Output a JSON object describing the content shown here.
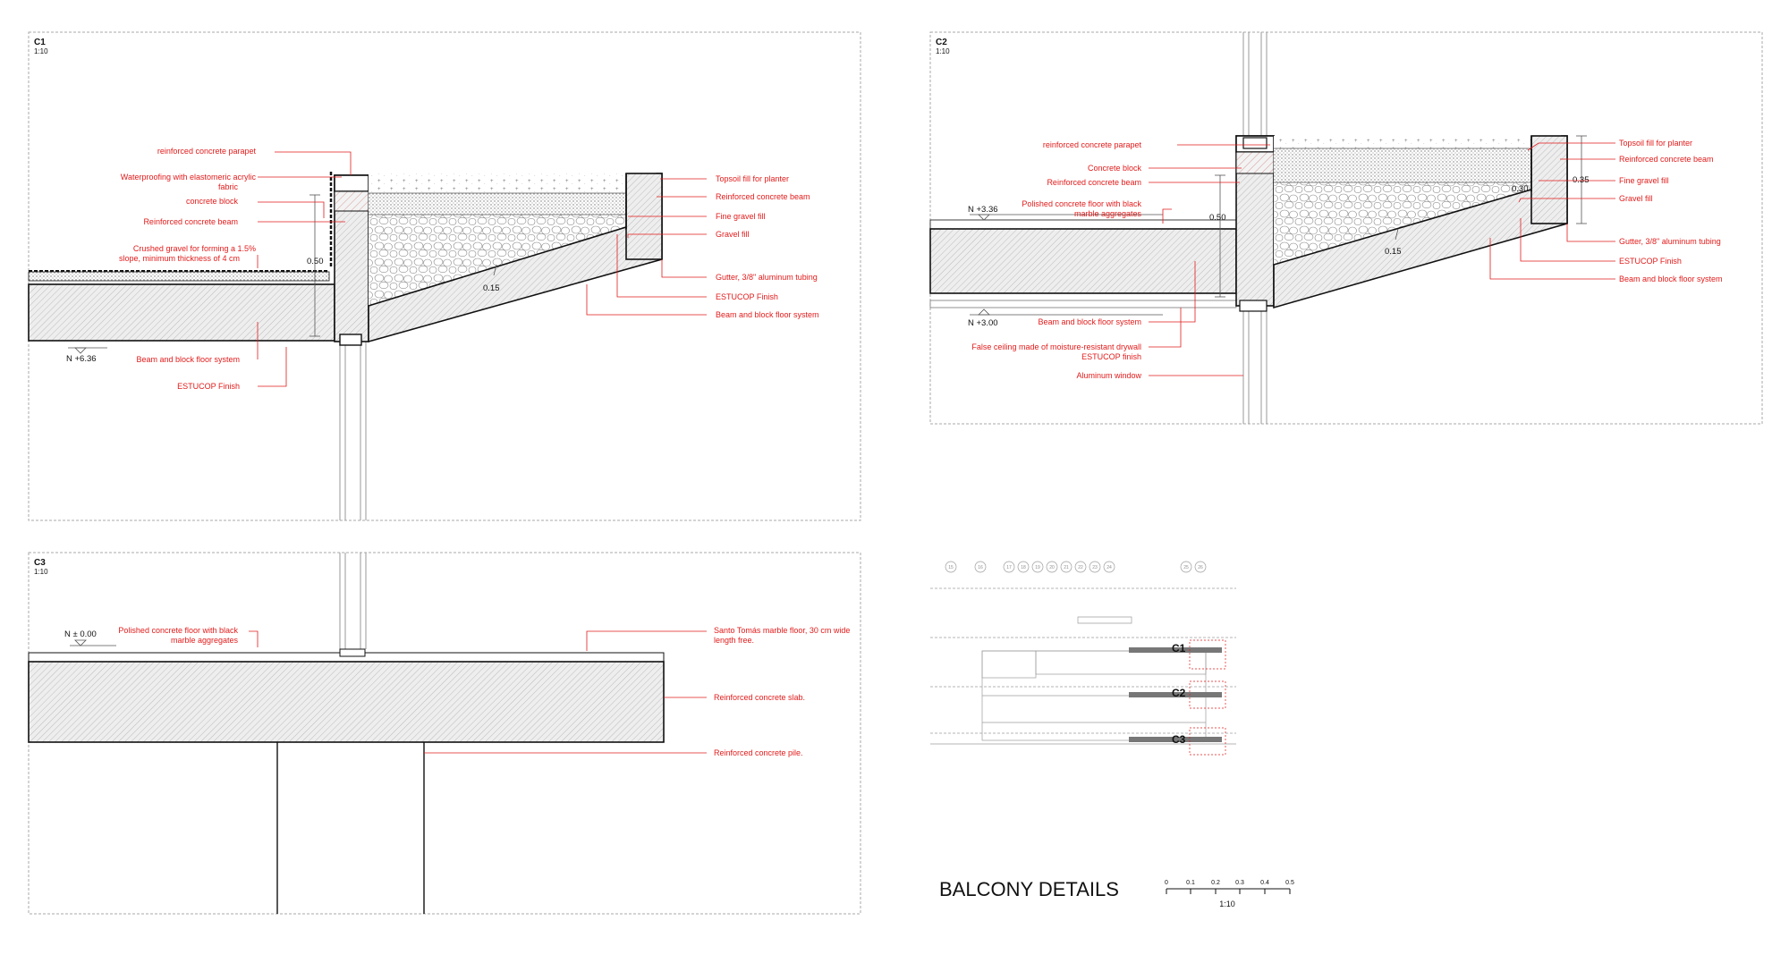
{
  "sheet_title": "BALCONY DETAILS",
  "panels": {
    "c1": {
      "id": "C1",
      "scale": "1:10",
      "level": "N +6.36",
      "dims": {
        "parapet_height": "0.50",
        "slope_depth": "0.15"
      },
      "labels": {
        "reinforced_concrete_parapet": "reinforced concrete parapet",
        "waterproofing_line1": "Waterproofing with elastomeric acrylic",
        "waterproofing_line2": "fabric",
        "concrete_block": "concrete block",
        "reinforced_concrete_beam": "Reinforced concrete beam",
        "crushed_gravel_line1": "Crushed gravel for forming a 1.5%",
        "crushed_gravel_line2": "slope, minimum thickness of 4 cm",
        "beam_and_block_floor_system": "Beam and block floor system",
        "estucop_finish": "ESTUCOP Finish",
        "topsoil_fill": "Topsoil fill for planter",
        "reinforced_concrete_beam_right": "Reinforced concrete beam",
        "fine_gravel_fill": "Fine gravel fill",
        "gravel_fill": "Gravel fill",
        "gutter": "Gutter, 3/8\" aluminum tubing",
        "estucop_finish_right": "ESTUCOP Finish",
        "beam_and_block_right": "Beam and block floor system"
      }
    },
    "c2": {
      "id": "C2",
      "scale": "1:10",
      "level_upper": "N +3.36",
      "level_lower": "N +3.00",
      "dims": {
        "parapet_height": "0.50",
        "slope_depth": "0.15",
        "planter_edge": "0.30",
        "planter_height": "0.35"
      },
      "labels": {
        "reinforced_concrete_parapet": "reinforced concrete parapet",
        "concrete_block": "Concrete block",
        "reinforced_concrete_beam": "Reinforced concrete beam",
        "polished_floor_line1": "Polished concrete floor with black",
        "polished_floor_line2": "marble aggregates",
        "beam_and_block_floor_system": "Beam and block floor system",
        "false_ceiling_line1": "False ceiling made of moisture-resistant drywall",
        "false_ceiling_line2": "ESTUCOP finish",
        "aluminum_window": "Aluminum window",
        "topsoil_fill": "Topsoil fill for planter",
        "reinforced_concrete_beam_right": "Reinforced concrete beam",
        "fine_gravel_fill": "Fine gravel fill",
        "gravel_fill": "Gravel fill",
        "gutter": "Gutter, 3/8\" aluminum tubing",
        "estucop_finish": "ESTUCOP Finish",
        "beam_and_block_right": "Beam and block floor system"
      }
    },
    "c3": {
      "id": "C3",
      "scale": "1:10",
      "level": "N ± 0.00",
      "labels": {
        "polished_floor_line1": "Polished concrete floor with black",
        "polished_floor_line2": "marble aggregates",
        "marble_floor_line1": "Santo Tomás marble floor, 30 cm wide",
        "marble_floor_line2": "length free.",
        "reinforced_concrete_slab": "Reinforced concrete slab.",
        "reinforced_concrete_pile": "Reinforced concrete pile."
      }
    }
  },
  "key_section": {
    "grid_numbers": [
      "15",
      "16",
      "17",
      "18",
      "19",
      "20",
      "21",
      "22",
      "23",
      "24",
      "25",
      "26"
    ],
    "callouts": [
      "C1",
      "C2",
      "C3"
    ]
  },
  "scale_bar": {
    "ticks": [
      "0",
      "0.1",
      "0.2",
      "0.3",
      "0.4",
      "0.5"
    ],
    "label": "1:10"
  },
  "colors": {
    "annotation": "#e21b1b",
    "linework": "#111111",
    "frame": "#a8a8a8"
  }
}
